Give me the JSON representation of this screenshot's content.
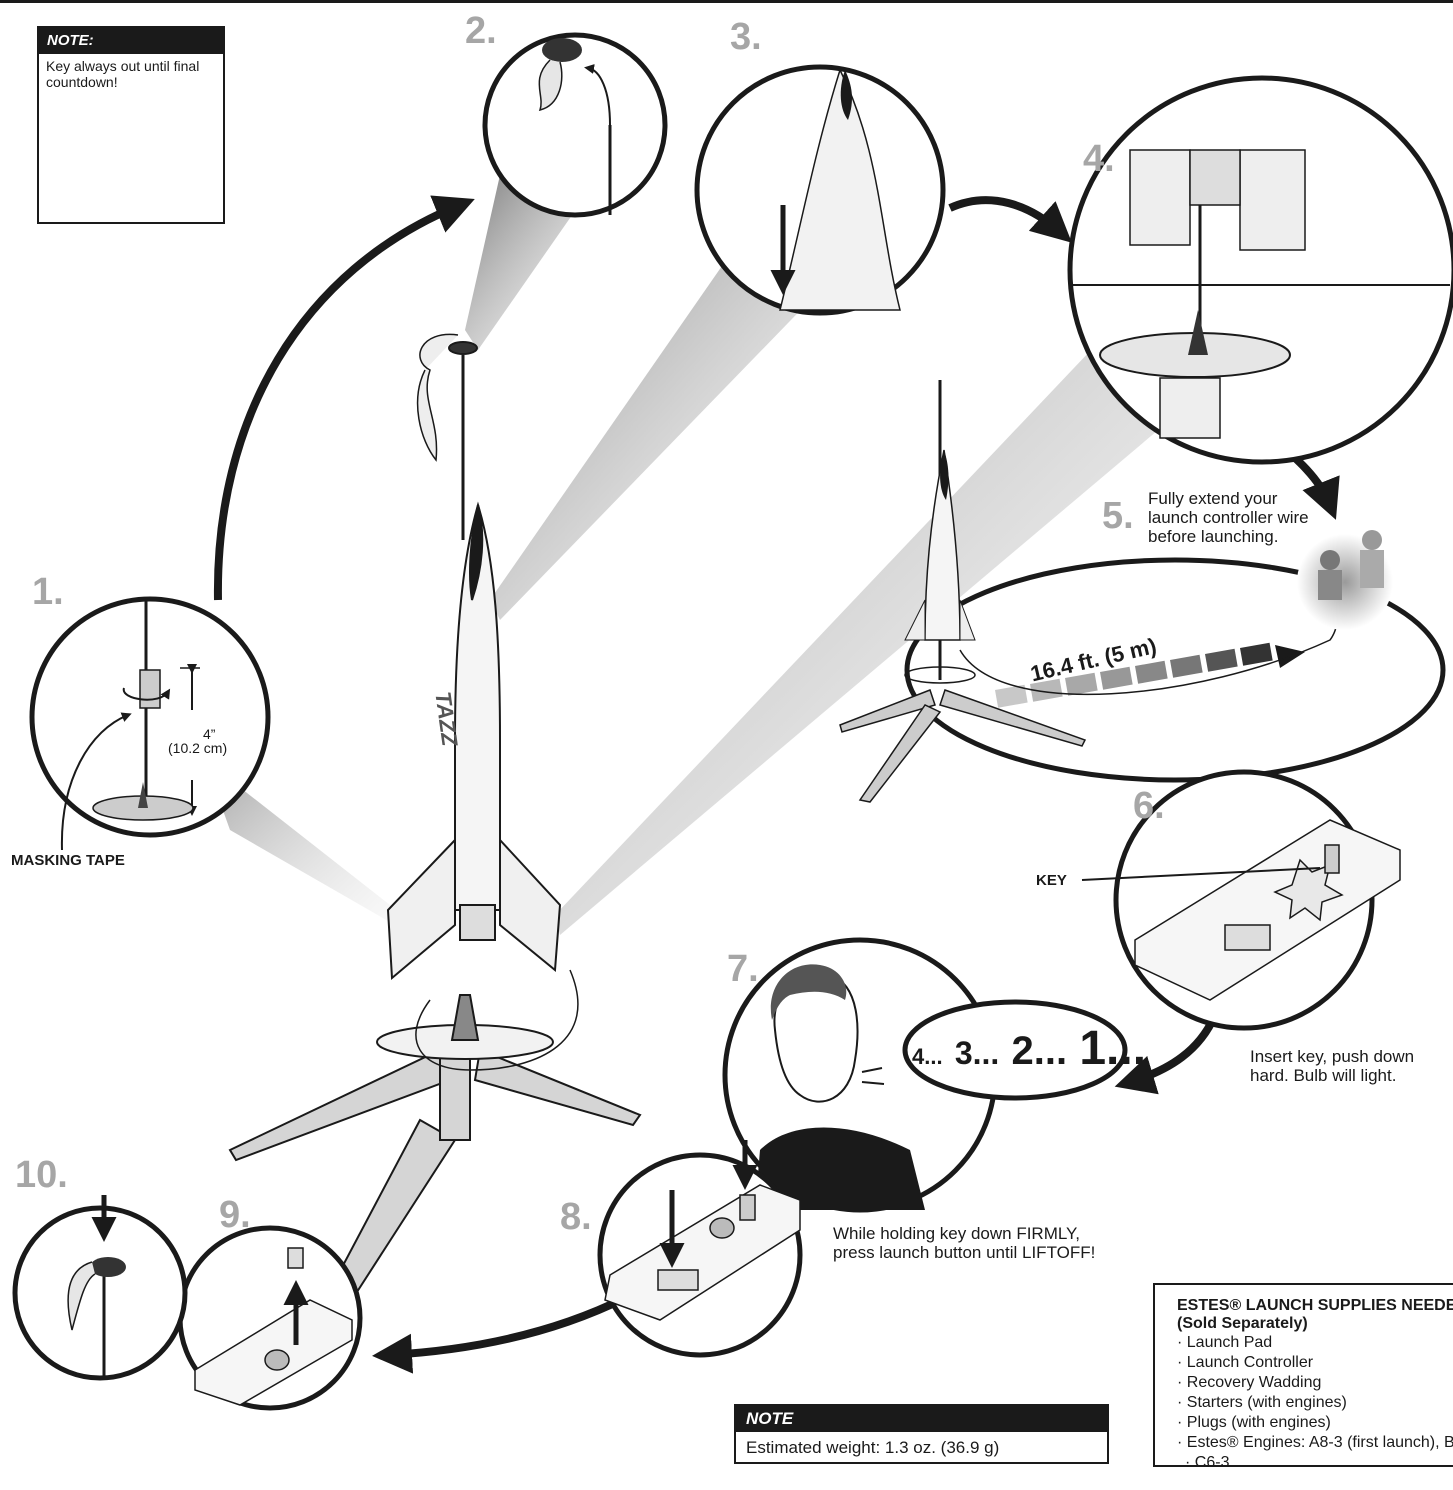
{
  "note_top": {
    "heading": "NOTE:",
    "text": "Key always out until final countdown!"
  },
  "steps": [
    "1.",
    "2.",
    "3.",
    "4.",
    "5.",
    "6.",
    "7.",
    "8.",
    "9.",
    "10."
  ],
  "labels": {
    "masking_tape": "MASKING TAPE",
    "measure_in": "4”",
    "measure_cm": "(10.2 cm)",
    "key": "KEY",
    "rocket_name": "TAZZ",
    "distance": "16.4 ft. (5 m)"
  },
  "captions": {
    "step5": "Fully extend your launch controller wire before launching.",
    "step6": "Insert key, push down hard. Bulb will light.",
    "step8": "While holding key down FIRMLY, press launch button until LIFTOFF!"
  },
  "countdown": {
    "c4": "4...",
    "c3": "3...",
    "c2": "2...",
    "c1": "1..."
  },
  "note_bottom": {
    "heading": "NOTE",
    "text": "Estimated weight: 1.3 oz. (36.9 g)"
  },
  "supplies": {
    "title": "ESTES® LAUNCH SUPPLIES NEEDE",
    "subtitle": "(Sold Separately)",
    "items": [
      "Launch Pad",
      "Launch Controller",
      "Recovery Wadding",
      "Starters (with engines)",
      "Plugs (with engines)",
      "Estes® Engines: A8-3 (first launch), B",
      "C6-3"
    ]
  }
}
